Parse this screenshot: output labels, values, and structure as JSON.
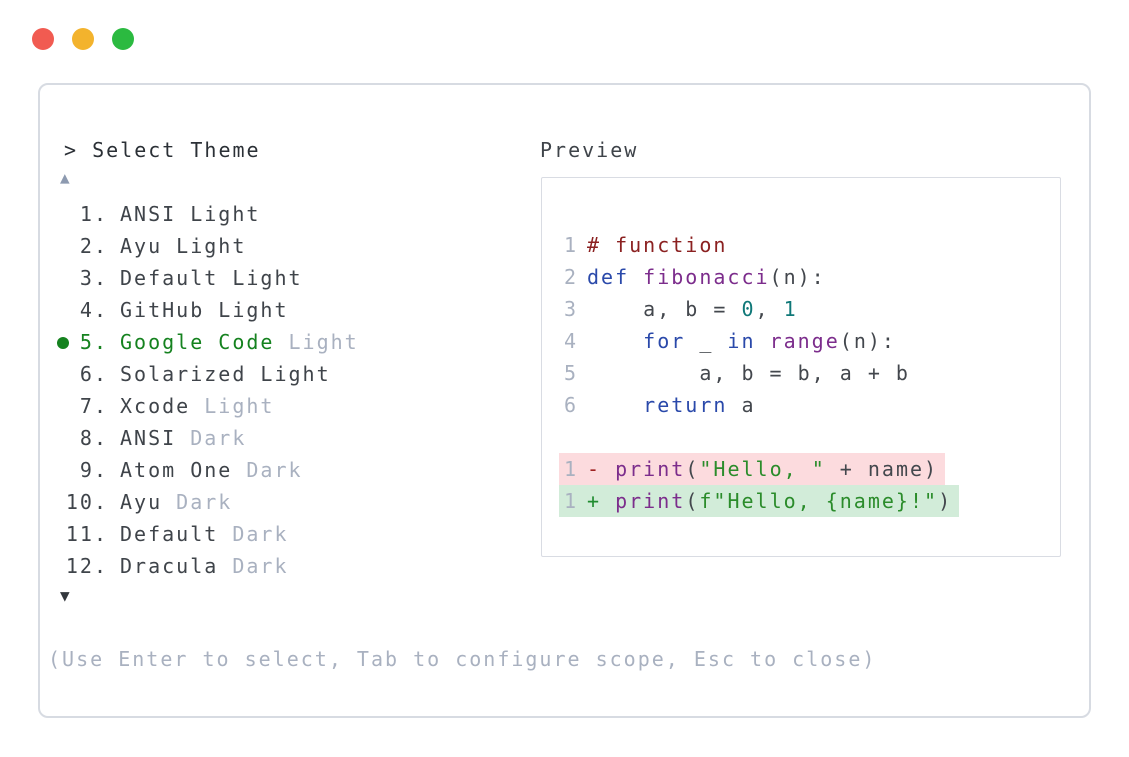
{
  "window": {
    "traffic_lights": [
      {
        "name": "close",
        "color": "#f15b51"
      },
      {
        "name": "minimize",
        "color": "#f3b32d"
      },
      {
        "name": "zoom",
        "color": "#2bba40"
      }
    ]
  },
  "theme_selector": {
    "prompt": "> Select Theme",
    "scroll_up_icon": "▲",
    "scroll_down_icon": "▼",
    "items": [
      {
        "num": "1",
        "name": "ANSI",
        "suffix": "Light",
        "name_color": "dark",
        "suffix_color": "dark",
        "selected": false
      },
      {
        "num": "2",
        "name": "Ayu",
        "suffix": "Light",
        "name_color": "dark",
        "suffix_color": "dark",
        "selected": false
      },
      {
        "num": "3",
        "name": "Default",
        "suffix": "Light",
        "name_color": "dark",
        "suffix_color": "dark",
        "selected": false
      },
      {
        "num": "4",
        "name": "GitHub",
        "suffix": "Light",
        "name_color": "dark",
        "suffix_color": "dark",
        "selected": false
      },
      {
        "num": "5",
        "name": "Google Code",
        "suffix": "Light",
        "name_color": "green",
        "suffix_color": "muted",
        "selected": true
      },
      {
        "num": "6",
        "name": "Solarized",
        "suffix": "Light",
        "name_color": "dark",
        "suffix_color": "dark",
        "selected": false
      },
      {
        "num": "7",
        "name": "Xcode",
        "suffix": "Light",
        "name_color": "dark",
        "suffix_color": "muted",
        "selected": false
      },
      {
        "num": "8",
        "name": "ANSI",
        "suffix": "Dark",
        "name_color": "dark",
        "suffix_color": "muted",
        "selected": false
      },
      {
        "num": "9",
        "name": "Atom One",
        "suffix": "Dark",
        "name_color": "dark",
        "suffix_color": "muted",
        "selected": false
      },
      {
        "num": "10",
        "name": "Ayu",
        "suffix": "Dark",
        "name_color": "dark",
        "suffix_color": "muted",
        "selected": false
      },
      {
        "num": "11",
        "name": "Default",
        "suffix": "Dark",
        "name_color": "dark",
        "suffix_color": "muted",
        "selected": false
      },
      {
        "num": "12",
        "name": "Dracula",
        "suffix": "Dark",
        "name_color": "dark",
        "suffix_color": "muted",
        "selected": false
      }
    ],
    "hint": "(Use Enter to select, Tab to configure scope, Esc to close)"
  },
  "preview": {
    "title": "Preview",
    "code_lines": [
      {
        "num": "1",
        "tokens": [
          {
            "t": "# function",
            "c": "comment"
          }
        ]
      },
      {
        "num": "2",
        "tokens": [
          {
            "t": "def ",
            "c": "keyword"
          },
          {
            "t": "fibonacci",
            "c": "name"
          },
          {
            "t": "(n):",
            "c": "plain"
          }
        ]
      },
      {
        "num": "3",
        "tokens": [
          {
            "t": "    a, b = ",
            "c": "plain"
          },
          {
            "t": "0",
            "c": "literal"
          },
          {
            "t": ", ",
            "c": "plain"
          },
          {
            "t": "1",
            "c": "literal"
          }
        ]
      },
      {
        "num": "4",
        "tokens": [
          {
            "t": "    ",
            "c": "plain"
          },
          {
            "t": "for",
            "c": "keyword"
          },
          {
            "t": " _ ",
            "c": "plain"
          },
          {
            "t": "in",
            "c": "keyword"
          },
          {
            "t": " ",
            "c": "plain"
          },
          {
            "t": "range",
            "c": "name"
          },
          {
            "t": "(n):",
            "c": "plain"
          }
        ]
      },
      {
        "num": "5",
        "tokens": [
          {
            "t": "        a, b = b, a + b",
            "c": "plain"
          }
        ]
      },
      {
        "num": "6",
        "tokens": [
          {
            "t": "    ",
            "c": "plain"
          },
          {
            "t": "return",
            "c": "keyword"
          },
          {
            "t": " a",
            "c": "plain"
          }
        ]
      }
    ],
    "diff_lines": [
      {
        "num": "1",
        "bg": "removed",
        "tokens": [
          {
            "t": "- ",
            "c": "minus"
          },
          {
            "t": "print",
            "c": "name"
          },
          {
            "t": "(",
            "c": "plain"
          },
          {
            "t": "\"Hello, \"",
            "c": "string"
          },
          {
            "t": " + name)",
            "c": "plain"
          }
        ]
      },
      {
        "num": "1",
        "bg": "added",
        "tokens": [
          {
            "t": "+ ",
            "c": "plus"
          },
          {
            "t": "print",
            "c": "name"
          },
          {
            "t": "(",
            "c": "plain"
          },
          {
            "t": "f\"Hello, {name}!\"",
            "c": "string"
          },
          {
            "t": ")",
            "c": "plain"
          }
        ]
      }
    ]
  },
  "colors": {
    "selected_green": "#15821f",
    "muted_gray": "#a9b1c0",
    "text_dark": "#3f444a",
    "comment_red": "#8b2121",
    "keyword_blue": "#2a49aa",
    "identifier_purple": "#7c2d8c",
    "literal_teal": "#0f7878",
    "string_green": "#2b8c2b",
    "diff_removed_bg": "#fcdbde",
    "diff_added_bg": "#d2ecd9",
    "panel_border": "#d7dbe2"
  }
}
